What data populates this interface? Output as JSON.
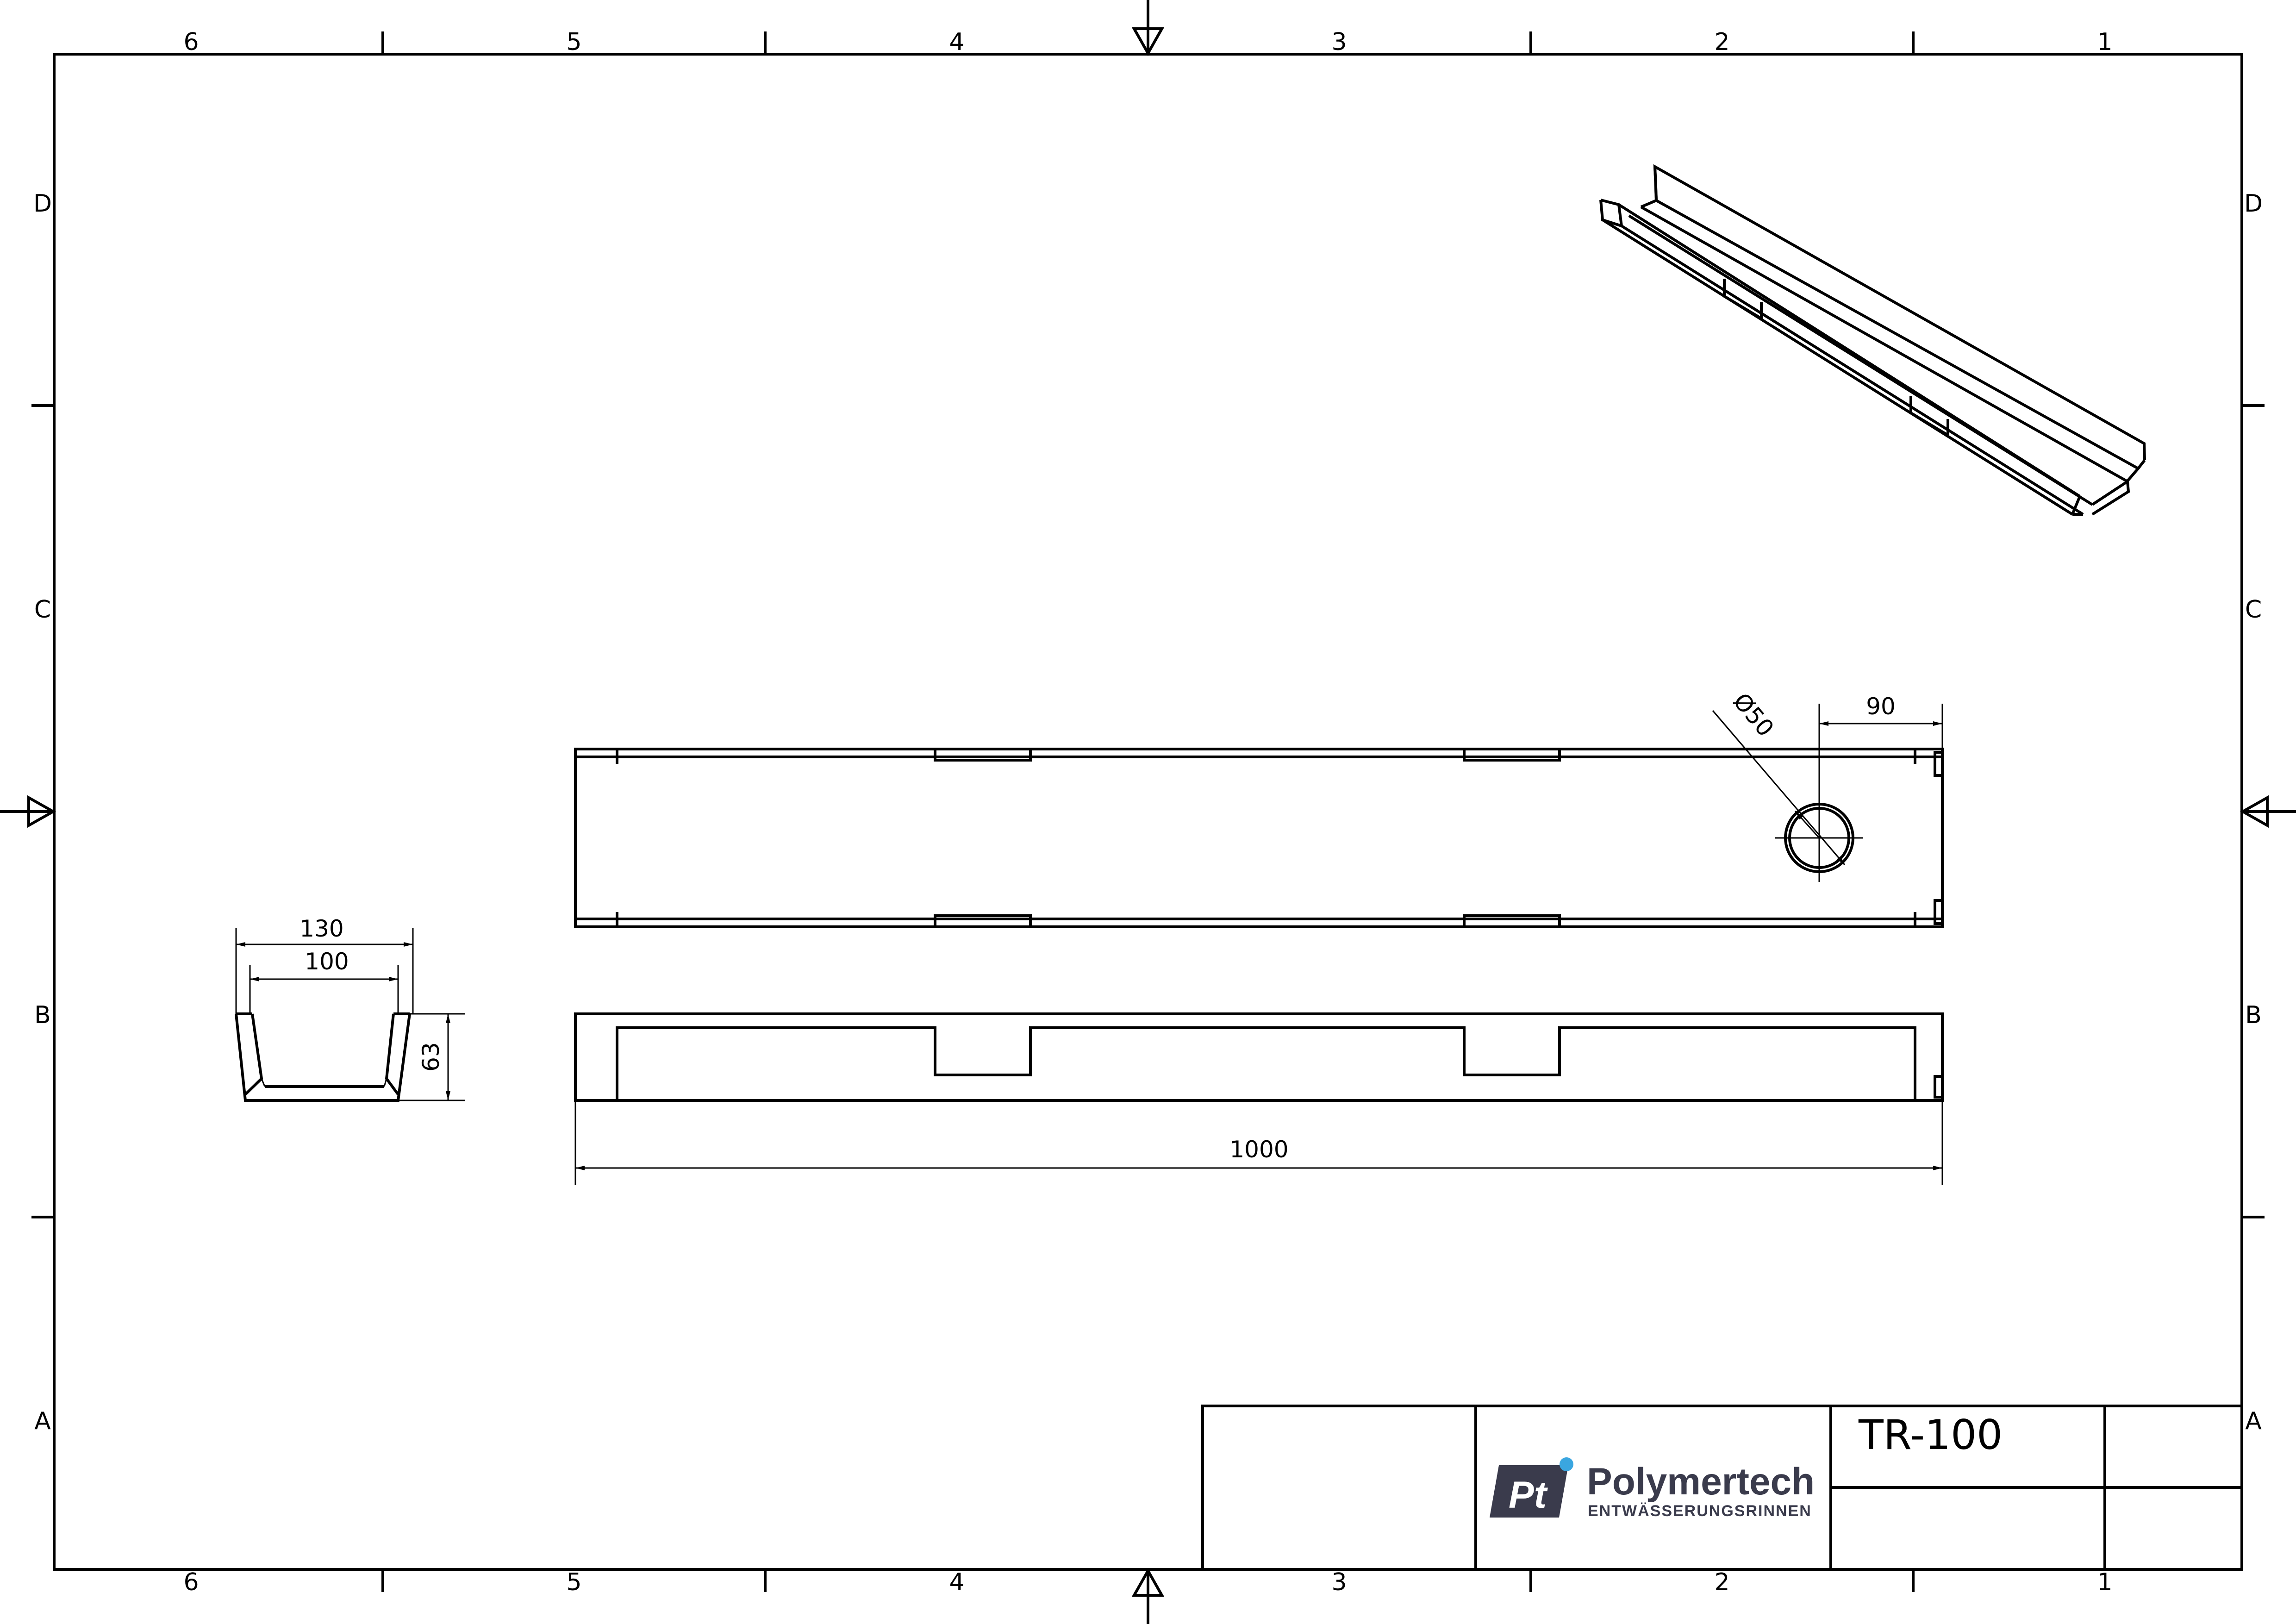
{
  "border": {
    "columns_top": [
      "6",
      "5",
      "4",
      "3",
      "2",
      "1"
    ],
    "columns_bottom": [
      "6",
      "5",
      "4",
      "3",
      "2",
      "1"
    ],
    "rows_left": [
      "D",
      "C",
      "B",
      "A"
    ],
    "rows_right": [
      "D",
      "C",
      "B",
      "A"
    ]
  },
  "dimensions": {
    "overall_width": "130",
    "inner_width": "100",
    "height": "63",
    "length": "1000",
    "hole_diameter": "Ø50",
    "hole_offset": "90"
  },
  "title_block": {
    "logo_mark": "Pt",
    "company_name": "Polymertech",
    "company_tagline": "ENTWÄSSERUNGSRINNEN",
    "part_number": "TR-100"
  },
  "colors": {
    "logo_mark": "#3a3b4c",
    "logo_dot": "#3aa6e0",
    "line": "#000000",
    "paper": "#ffffff"
  }
}
